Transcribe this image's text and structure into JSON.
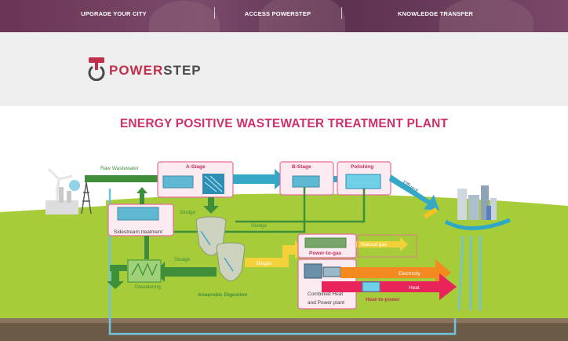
{
  "nav": {
    "items": [
      {
        "label": "UPGRADE YOUR CITY"
      },
      {
        "label": "ACCESS POWERSTEP"
      },
      {
        "label": "KNOWLEDGE TRANSFER"
      }
    ]
  },
  "logo": {
    "power": "POWER",
    "step": "STEP"
  },
  "page_title": "ENERGY POSITIVE WASTEWATER TREATMENT PLANT",
  "diagram": {
    "raw_wastewater": "Raw Wastewater",
    "a_stage": "A-Stage",
    "b_stage": "B-Stage",
    "polishing": "Polishing",
    "effluent": "Effluent",
    "sludge_1": "Sludge",
    "sludge_2": "Sludge",
    "sludge_3": "Sludge",
    "sidestream": "Sidestream treatment",
    "dewatering": "Dewatering",
    "anaerobic": "Anaerobic Digestion",
    "biogas": "Biogas",
    "power_to_gas": "Power-to-gas",
    "natural_gas": "Natural gas",
    "electricity": "Electricity",
    "heat": "Heat",
    "chp_line1": "Combined Heat",
    "chp_line2": "and Power plant",
    "heat_to_power": "Heat-to-power"
  },
  "colors": {
    "accent": "#d0306a",
    "water": "#2fa7c9",
    "sludge": "#3f8f3a",
    "grass": "#a6cc3a",
    "biogas": "#f3d13a",
    "electricity": "#f28a1f",
    "heat": "#e8245a"
  }
}
